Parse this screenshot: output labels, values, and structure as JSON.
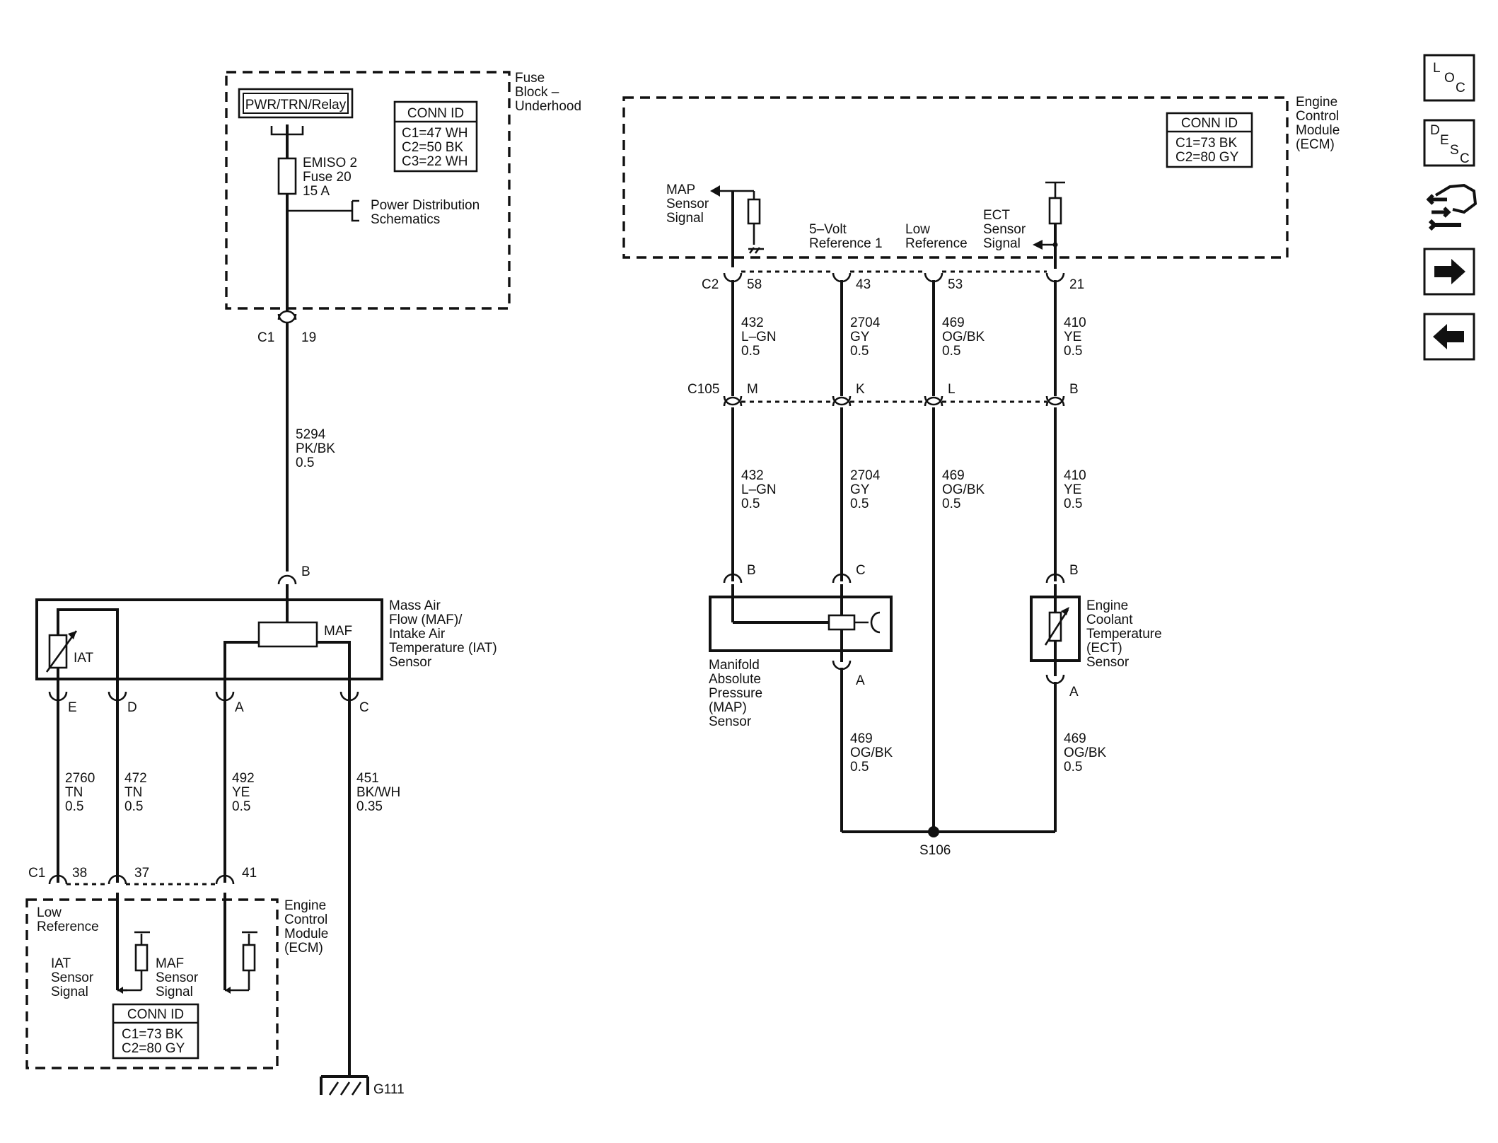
{
  "fuse_block": {
    "title": [
      "Fuse",
      "Block –",
      "Underhood"
    ],
    "relay_label": "PWR/TRN/Relay",
    "conn_id_title": "CONN ID",
    "conn_ids": [
      "C1=47 WH",
      "C2=50 BK",
      "C3=22 WH"
    ],
    "fuse_label": [
      "EMISO 2",
      "Fuse 20",
      "15 A"
    ],
    "power_distribution": [
      "Power Distribution",
      "Schematics"
    ],
    "connector": "C1",
    "pin": "19"
  },
  "wire_5294": [
    "5294",
    "PK/BK",
    "0.5"
  ],
  "maf_sensor": {
    "title": [
      "Mass Air",
      "Flow (MAF)/",
      "Intake Air",
      "Temperature (IAT)",
      "Sensor"
    ],
    "iat_label": "IAT",
    "maf_label": "MAF",
    "pin_b": "B",
    "pins_bottom": [
      "E",
      "D",
      "A",
      "C"
    ]
  },
  "maf_wires": [
    [
      "2760",
      "TN",
      "0.5"
    ],
    [
      "472",
      "TN",
      "0.5"
    ],
    [
      "492",
      "YE",
      "0.5"
    ],
    [
      "451",
      "BK/WH",
      "0.35"
    ]
  ],
  "ecm_left": {
    "connector": "C1",
    "pins": [
      "38",
      "37",
      "41"
    ],
    "title": [
      "Engine",
      "Control",
      "Module",
      "(ECM)"
    ],
    "low_reference": [
      "Low",
      "Reference"
    ],
    "iat_signal": [
      "IAT",
      "Sensor",
      "Signal"
    ],
    "maf_signal": [
      "MAF",
      "Sensor",
      "Signal"
    ],
    "conn_id_title": "CONN ID",
    "conn_ids": [
      "C1=73 BK",
      "C2=80 GY"
    ]
  },
  "ground": "G111",
  "ecm_right": {
    "title": [
      "Engine",
      "Control",
      "Module",
      "(ECM)"
    ],
    "conn_id_title": "CONN ID",
    "conn_ids": [
      "C1=73 BK",
      "C2=80 GY"
    ],
    "map_signal": [
      "MAP",
      "Sensor",
      "Signal"
    ],
    "five_volt": [
      "5–Volt",
      "Reference 1"
    ],
    "low_reference": [
      "Low",
      "Reference"
    ],
    "ect_signal": [
      "ECT",
      "Sensor",
      "Signal"
    ],
    "connector": "C2",
    "pins": [
      "58",
      "43",
      "53",
      "21"
    ]
  },
  "ecm_wires_upper": [
    [
      "432",
      "L–GN",
      "0.5"
    ],
    [
      "2704",
      "GY",
      "0.5"
    ],
    [
      "469",
      "OG/BK",
      "0.5"
    ],
    [
      "410",
      "YE",
      "0.5"
    ]
  ],
  "c105": {
    "connector": "C105",
    "pins": [
      "M",
      "K",
      "L",
      "B"
    ]
  },
  "ecm_wires_lower": [
    [
      "432",
      "L–GN",
      "0.5"
    ],
    [
      "2704",
      "GY",
      "0.5"
    ],
    [
      "469",
      "OG/BK",
      "0.5"
    ],
    [
      "410",
      "YE",
      "0.5"
    ]
  ],
  "map_sensor": {
    "title": [
      "Manifold",
      "Absolute",
      "Pressure",
      "(MAP)",
      "Sensor"
    ],
    "pin_b": "B",
    "pin_c": "C",
    "pin_a": "A"
  },
  "ect_sensor": {
    "title": [
      "Engine",
      "Coolant",
      "Temperature",
      "(ECT)",
      "Sensor"
    ],
    "pin_b": "B",
    "pin_a": "A"
  },
  "ground_wires": [
    [
      "469",
      "OG/BK",
      "0.5"
    ],
    [
      "469",
      "OG/BK",
      "0.5"
    ]
  ],
  "splice": "S106",
  "nav": {
    "loc": [
      "L",
      "O",
      "C"
    ],
    "desc": [
      "D",
      "E",
      "S",
      "C"
    ]
  }
}
